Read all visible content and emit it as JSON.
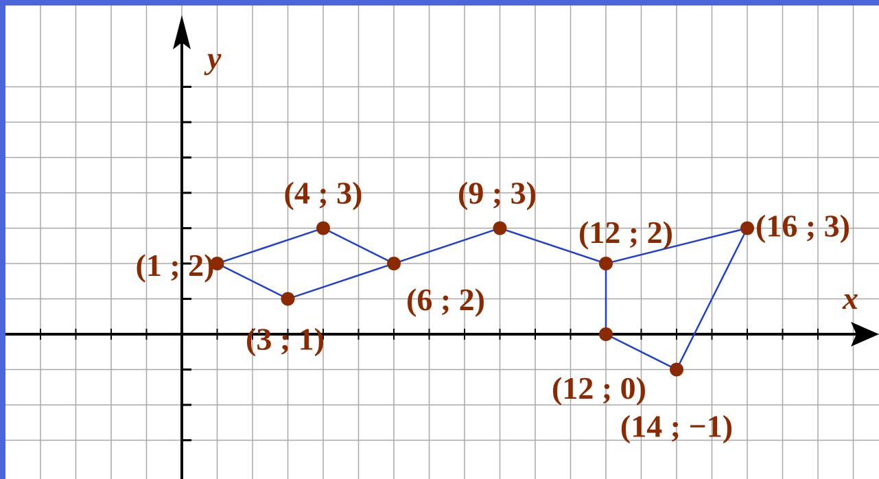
{
  "axes": {
    "x_label": "x",
    "y_label": "y",
    "x_range": [
      -5,
      19
    ],
    "y_range": [
      -3,
      7
    ]
  },
  "points": [
    {
      "id": "p1",
      "x": 1,
      "y": 2,
      "label": "(1 ; 2)"
    },
    {
      "id": "p2",
      "x": 4,
      "y": 3,
      "label": "(4 ; 3)"
    },
    {
      "id": "p3",
      "x": 3,
      "y": 1,
      "label": "(3 ; 1)"
    },
    {
      "id": "p4",
      "x": 6,
      "y": 2,
      "label": "(6 ; 2)"
    },
    {
      "id": "p5",
      "x": 9,
      "y": 3,
      "label": "(9 ; 3)"
    },
    {
      "id": "p6",
      "x": 12,
      "y": 2,
      "label": "(12 ; 2)"
    },
    {
      "id": "p7",
      "x": 16,
      "y": 3,
      "label": "(16 ; 3)"
    },
    {
      "id": "p8",
      "x": 12,
      "y": 0,
      "label": "(12 ; 0)"
    },
    {
      "id": "p9",
      "x": 14,
      "y": -1,
      "label": "(14 ; −1)"
    }
  ],
  "edges": [
    [
      "p1",
      "p2"
    ],
    [
      "p1",
      "p3"
    ],
    [
      "p2",
      "p4"
    ],
    [
      "p3",
      "p4"
    ],
    [
      "p4",
      "p5"
    ],
    [
      "p5",
      "p6"
    ],
    [
      "p6",
      "p7"
    ],
    [
      "p6",
      "p8"
    ],
    [
      "p8",
      "p9"
    ],
    [
      "p9",
      "p7"
    ]
  ],
  "colors": {
    "frame": "#4a66d8",
    "grid": "#a8a8a8",
    "axis": "#000000",
    "edge": "#1f3fd0",
    "point": "#8b2a00",
    "label": "#8b2a00"
  }
}
